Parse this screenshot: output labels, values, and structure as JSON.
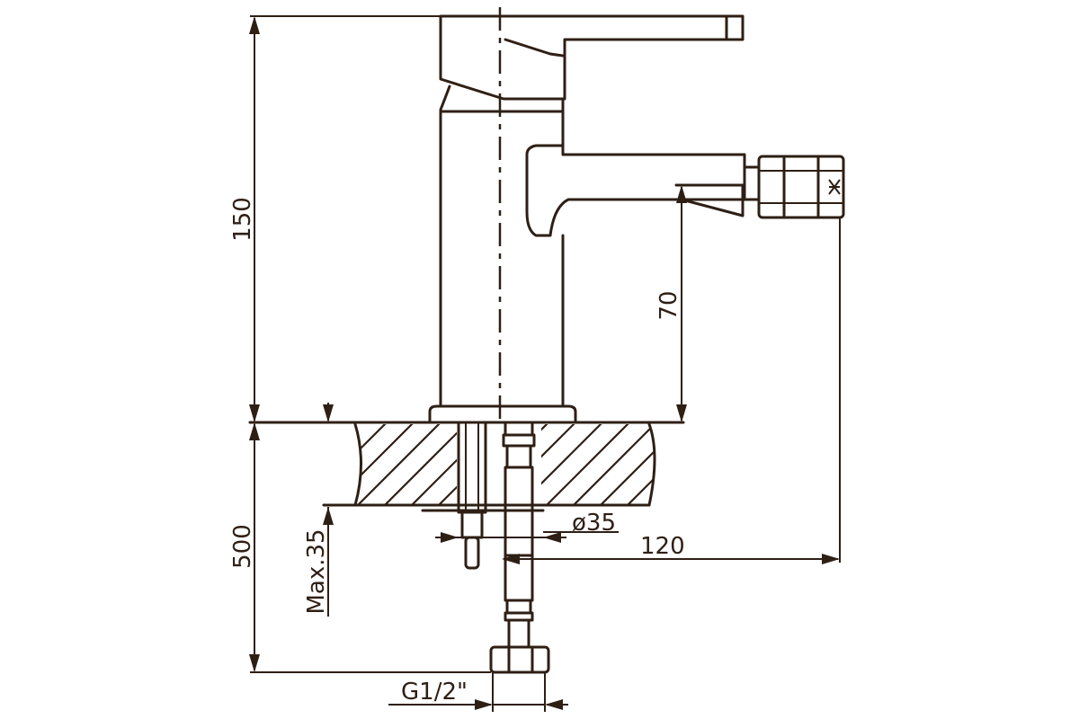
{
  "dimensions": {
    "body_height": "150",
    "spout_height": "70",
    "below_counter": "500",
    "max_counter_thickness": "Max.35",
    "hole_diameter": "ø35",
    "spout_reach": "120",
    "thread": "G1/2\""
  },
  "colors": {
    "line": "#2e1f15",
    "background": "#ffffff"
  }
}
